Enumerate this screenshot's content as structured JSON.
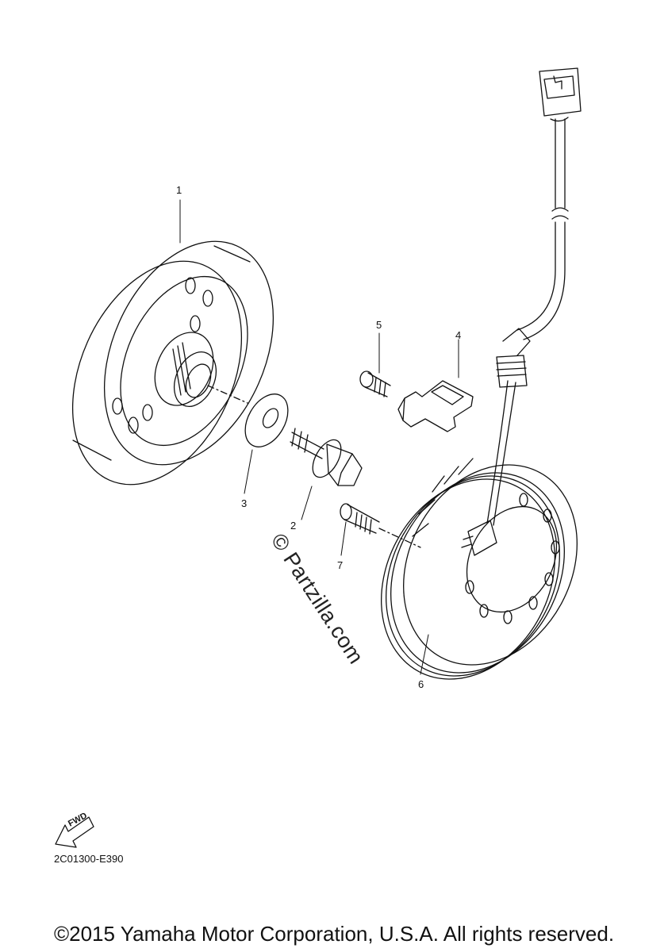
{
  "callouts": [
    {
      "id": "1",
      "label": "1"
    },
    {
      "id": "2",
      "label": "2"
    },
    {
      "id": "3",
      "label": "3"
    },
    {
      "id": "4",
      "label": "4"
    },
    {
      "id": "5",
      "label": "5"
    },
    {
      "id": "6",
      "label": "6"
    },
    {
      "id": "7",
      "label": "7"
    }
  ],
  "watermark": "© Partzilla.com",
  "fwd_label": "FWD",
  "drawing_code": "2C01300-E390",
  "copyright": "©2015 Yamaha Motor Corporation, U.S.A. All rights reserved."
}
